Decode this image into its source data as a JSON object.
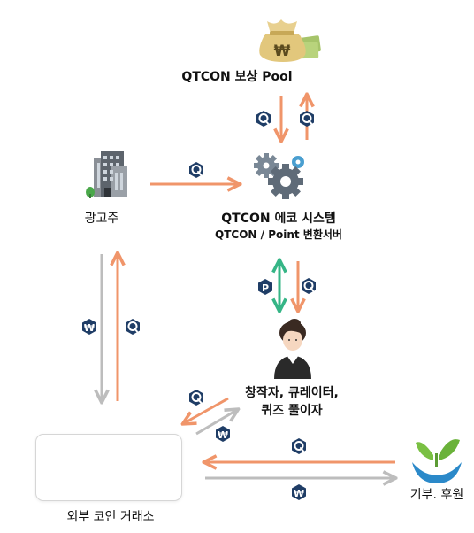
{
  "nodes": {
    "reward_pool": {
      "label": "QTCON 보상 Pool"
    },
    "advertiser": {
      "label": "광고주"
    },
    "eco_system": {
      "title": "QTCON 에코 시스템",
      "subtitle": "QTCON / Point 변환서버"
    },
    "creator": {
      "line1": "창작자, 큐레이터,",
      "line2": "퀴즈 풀이자"
    },
    "exchange": {
      "label": "외부 코인 거래소"
    },
    "donation": {
      "label": "기부. 후원"
    }
  },
  "badges": {
    "won": "₩",
    "point": "P"
  },
  "colors": {
    "orange": "#f0956a",
    "gray": "#bdbdbd",
    "green": "#35b586",
    "navy": "#1f3d66",
    "navy_dark": "#16304f",
    "exchange_swap": "#9bcd3c",
    "gear": "#7a8896",
    "gear_accent": "#4a9fd0"
  }
}
